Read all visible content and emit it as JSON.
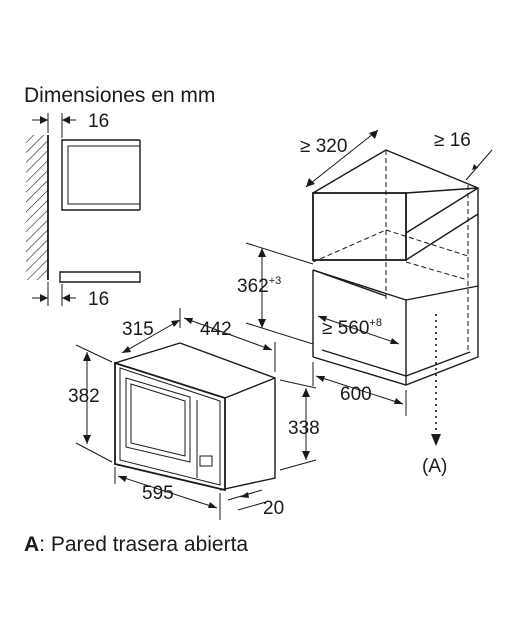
{
  "title": "Dimensiones en mm",
  "side_view": {
    "top_dim": "16",
    "bottom_dim": "16"
  },
  "cabinet": {
    "depth": "≥ 320",
    "back_gap": "≥ 16",
    "height_value": "362",
    "height_tol": "+3",
    "width_prefix": "≥ 560",
    "width_tol": "+8",
    "bottom_depth": "600",
    "rear_label": "(A)"
  },
  "appliance": {
    "depth": "315",
    "top_width": "442",
    "height": "382",
    "body_height": "338",
    "width": "595",
    "front_depth": "20"
  },
  "legend": {
    "key": "A",
    "text": ": Pared trasera abierta"
  }
}
